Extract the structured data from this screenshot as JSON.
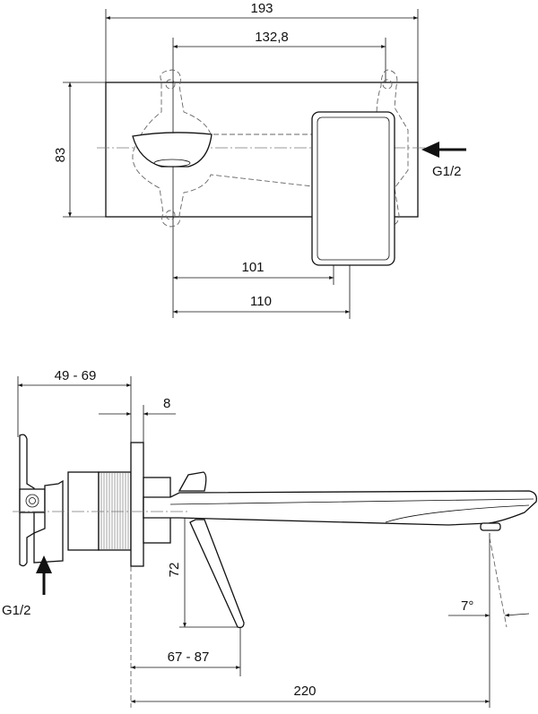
{
  "top_view": {
    "width_overall": "193",
    "valve_spacing": "132,8",
    "height": "83",
    "inlet": "G1/2",
    "lever_offset_a": "101",
    "lever_offset_b": "110"
  },
  "side_view": {
    "wall_depth": "49 - 69",
    "plate_thickness": "8",
    "lever_drop": "72",
    "inlet": "G1/2",
    "outlet_angle": "7°",
    "lever_projection": "67 - 87",
    "spout_projection": "220"
  }
}
